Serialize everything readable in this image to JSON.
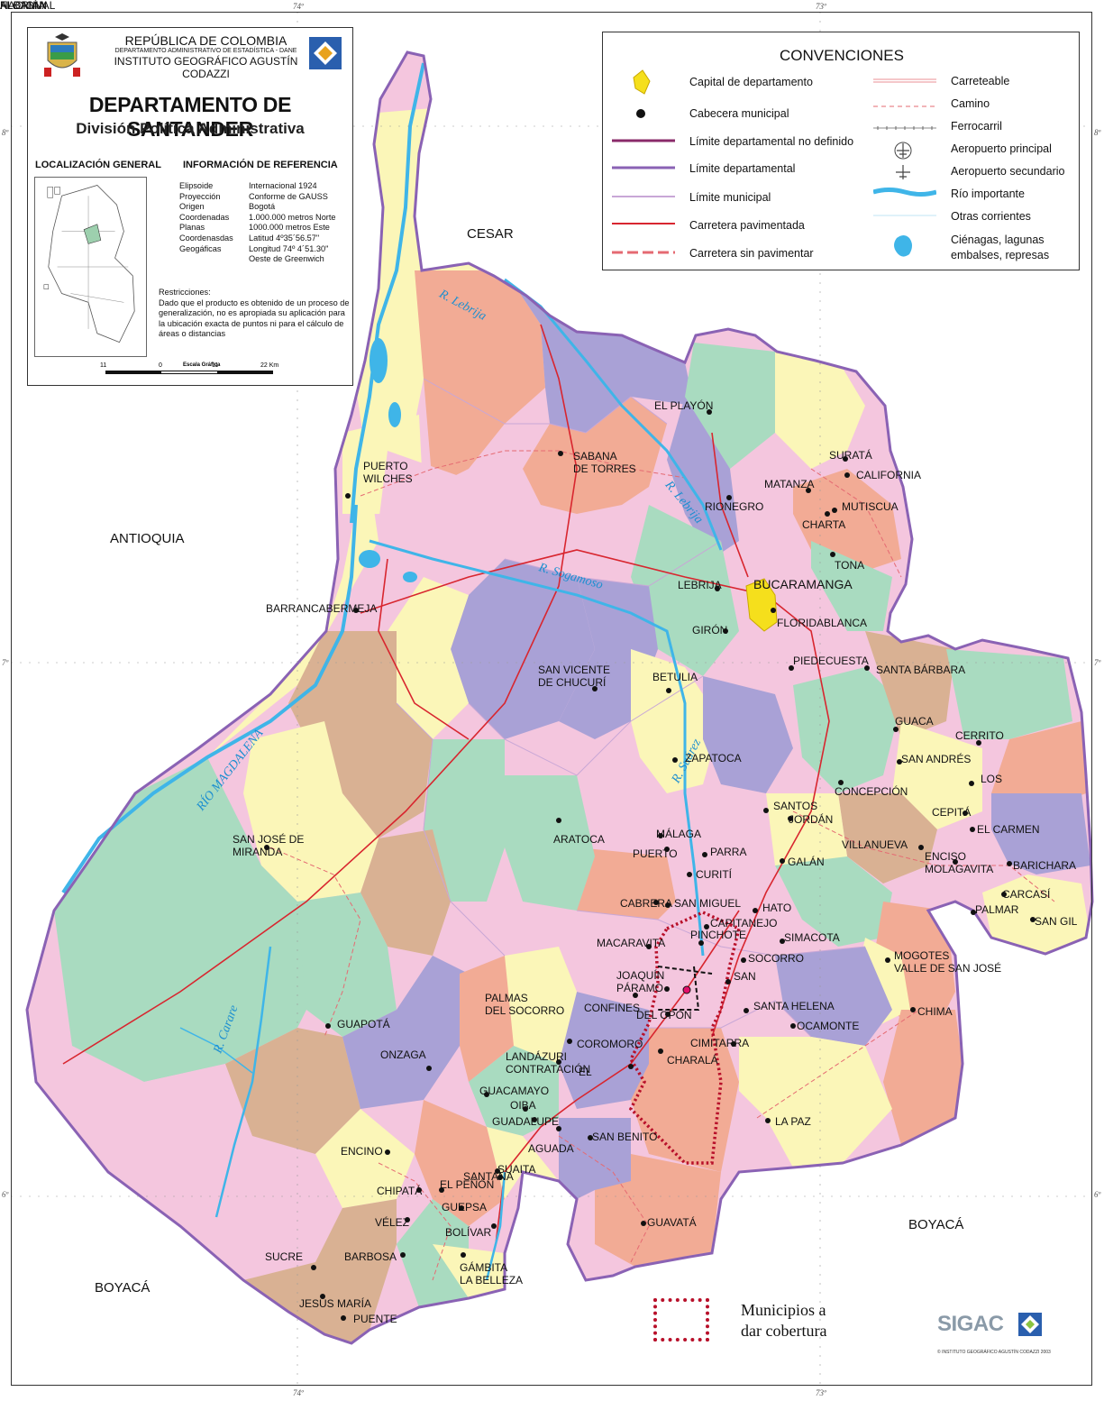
{
  "header": {
    "republica": "REPÚBLICA DE COLOMBIA",
    "dane_line": "DEPARTAMENTO ADMINISTRATIVO DE ESTADÍSTICA - DANE",
    "instituto": "INSTITUTO GEOGRÁFICO AGUSTÍN CODAZZI",
    "title": "DEPARTAMENTO DE SANTANDER",
    "subtitle": "División Política Administrativa",
    "localizacion": "LOCALIZACIÓN GENERAL",
    "informacion": "INFORMACIÓN DE REFERENCIA"
  },
  "reference": [
    {
      "k": "Elipsoide",
      "v": "Internacional 1924"
    },
    {
      "k": "Proyección",
      "v": "Conforme de GAUSS"
    },
    {
      "k": "Origen",
      "v": "Bogotá"
    },
    {
      "k": "Coordenadas",
      "v": "1.000.000 metros Norte"
    },
    {
      "k": "Planas",
      "v": "1000.000 metros Este"
    },
    {
      "k": "Coordenasdas",
      "v": "Latitud 4º35´56.57\""
    },
    {
      "k": "Geogáficas",
      "v": "Longitud 74º 4´51.30\""
    },
    {
      "k": "",
      "v": "Oeste de Greenwich"
    }
  ],
  "restricciones": {
    "label": "Restricciones:",
    "text": "Dado que el producto es obtenido de un proceso de generalización, no es apropiada su aplicación para la ubicación exacta de puntos ni para el cálculo de áreas o distancias"
  },
  "scale": {
    "title": "Escala Gráfica",
    "t1": "11",
    "t2": "0",
    "t3": "11",
    "t4": "22 Km"
  },
  "legend": {
    "title": "CONVENCIONES",
    "capital": "Capital de departamento",
    "cabecera": "Cabecera municipal",
    "lim_no_def": "Límite departamental no definido",
    "lim_dep": "Límite departamental",
    "lim_mun": "Límite municipal",
    "carr_pav": "Carretera pavimentada",
    "carr_sin": "Carretera sin pavimentar",
    "carreteable": "Carreteable",
    "camino": "Camino",
    "ferrocarril": "Ferrocarril",
    "aero_princ": "Aeropuerto principal",
    "aero_sec": "Aeropuerto secundario",
    "rio": "Río importante",
    "otras": "Otras corrientes",
    "cienagas1": "Ciénagas, lagunas",
    "cienagas2": "embalses, represas"
  },
  "coords": {
    "lon74": "74º",
    "lon73": "73º",
    "lat8": "8º",
    "lat7": "7º",
    "lat6": "6º"
  },
  "neighbors": {
    "cesar": "CESAR",
    "antioquia": "ANTIOQUIA",
    "boyaca_w": "BOYACÁ",
    "boyaca_e": "BOYACÁ"
  },
  "rivers": {
    "lebrija_n": "R. Lebrija",
    "lebrija_c": "R. Lebrija",
    "sogamoso": "R. Sogamoso",
    "magdalena": "RÍO MAGDALENA",
    "suarez": "R. Suárez",
    "carare": "R. Carare"
  },
  "capital": "BUCARAMANGA",
  "municipalities": [
    "EL PLAYÓN",
    "SABANA",
    "DE TORRES",
    "PUERTO",
    "WILCHES",
    "SURATÁ",
    "CALIFORNIA",
    "MATANZA",
    "RIONEGRO",
    "MUTISCUA",
    "CHARTA",
    "TONA",
    "LEBRIJA",
    "FLORIDABLANCA",
    "BARRANCABERMEJA",
    "GIRÓN",
    "PIEDECUESTA",
    "SANTA BÁRBARA",
    "SAN VICENTE",
    "DE CHUCURÍ",
    "BETULIA",
    "GUACA",
    "ZAPATOCA",
    "CERRITO",
    "SAN ANDRÉS",
    "LOS",
    "SANTOS",
    "CONCEPCIÓN",
    "JORDÁN",
    "CEPITÁ",
    "ARATOCA",
    "MÁLAGA",
    "EL CARMEN",
    "VILLANUEVA",
    "ENCISO",
    "MOLAGAVITA",
    "SAN JOSÉ DE",
    "MIRANDA",
    "PUERTO",
    "PARRA",
    "GALÁN",
    "BARICHARA",
    "CURITÍ",
    "CARCASÍ",
    "CABRERA",
    "SAN MIGUEL",
    "HATO",
    "PALMAR",
    "SAN GIL",
    "CAPITANEJO",
    "MACARAVITA",
    "PINCHOTE",
    "SIMACOTA",
    "SOCORRO",
    "MOGOTES",
    "VALLE DE SAN JOSÉ",
    "SAN",
    "JOAQUÍN",
    "PÁRAMO",
    "PALMAS",
    "DEL SOCORRO",
    "CONFINES",
    "SANTA HELENA",
    "DEL OPÓN",
    "CHIMA",
    "OCAMONTE",
    "GUAPOTÁ",
    "ONZAGA",
    "COROMORO",
    "CIMITARRA",
    "LANDÁZURI",
    "CONTRATACIÓN",
    "CHARALÁ",
    "EL",
    "GUACAMAYO",
    "OIBA",
    "GUADALUPE",
    "LA PAZ",
    "AGUADA",
    "SAN BENITO",
    "ENCINO",
    "SANTANA",
    "SUAITA",
    "EL PEÑÓN",
    "CHIPATÁ",
    "GUEPSA",
    "VÉLEZ",
    "BOLÍVAR",
    "GUAVATÁ",
    "SUCRE",
    "BARBOSA",
    "GÁMBITA",
    "LA BELLEZA",
    "JESÚS MARÍA",
    "PUENTE",
    "NACIONAL",
    "FLORIÁN",
    "ALBANIA"
  ],
  "coverage": {
    "line1": "Municipios a",
    "line2": "dar cobertura",
    "color": "#b8102a"
  },
  "sigac": {
    "name": "SIGAC",
    "copy": "© INSTITUTO GEOGRÁFICO AGUSTÍN CODAZZI 2003"
  },
  "colors": {
    "pink": "#f4c6de",
    "peach": "#f2ab95",
    "purple": "#a9a1d6",
    "green": "#a9dbc0",
    "yellow": "#fbf6b8",
    "tan": "#d9b193",
    "water": "#3fb5e8",
    "road": "#d8262f",
    "border": "#8a62b4",
    "capital": "#f5df1c"
  }
}
